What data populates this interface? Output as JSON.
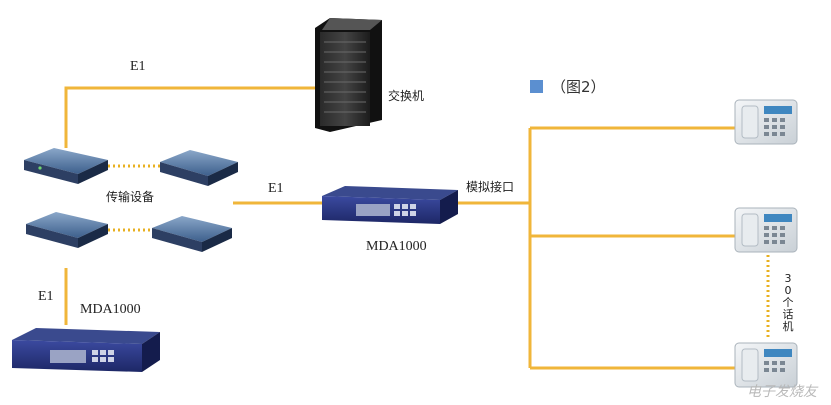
{
  "diagram": {
    "legend": {
      "label": "（图2）",
      "color": "#5b8fd0"
    },
    "labels": {
      "e1_top": "E1",
      "exchange": "交换机",
      "transmission": "传输设备",
      "e1_mid": "E1",
      "analog_interface": "模拟接口",
      "mda_center": "MDA1000",
      "e1_bottom": "E1",
      "mda_bottom": "MDA1000",
      "phones_count": "30个话机"
    },
    "watermark": "电子发烧友",
    "line_color": "#f0b63a"
  }
}
